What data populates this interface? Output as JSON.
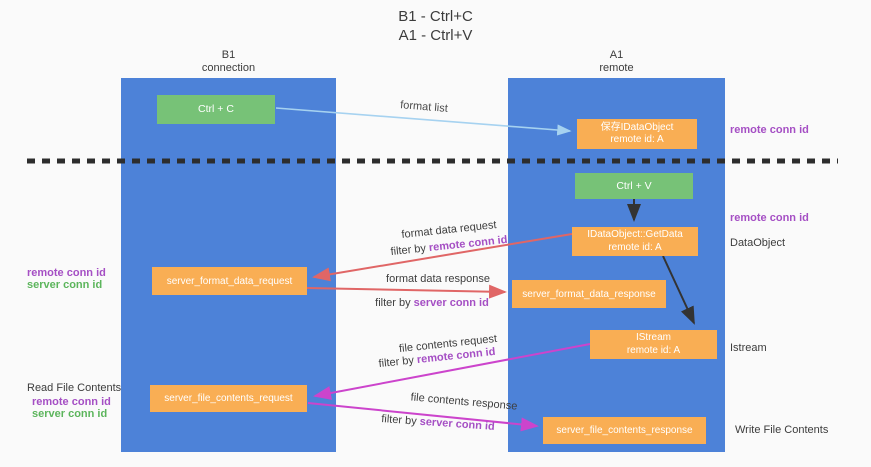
{
  "title": {
    "line1": "B1 - Ctrl+C",
    "line2": "A1 - Ctrl+V"
  },
  "columns": {
    "left": {
      "name": "B1",
      "role": "connection"
    },
    "right": {
      "name": "A1",
      "role": "remote"
    }
  },
  "boxes": {
    "ctrl_c": {
      "label": "Ctrl + C"
    },
    "ctrl_v": {
      "label": "Ctrl + V"
    },
    "save_idataobject": {
      "line1": "保存IDataObject",
      "line2": "remote id: A"
    },
    "idataobject_getdata": {
      "line1": "IDataObject::GetData",
      "line2": "remote id: A"
    },
    "istream": {
      "line1": "IStream",
      "line2": "remote id: A"
    },
    "server_format_data_request": {
      "label": "server_format_data_request"
    },
    "server_format_data_response": {
      "label": "server_format_data_response"
    },
    "server_file_contents_request": {
      "label": "server_file_contents_request"
    },
    "server_file_contents_response": {
      "label": "server_file_contents_response"
    }
  },
  "flow_labels": {
    "format_list": "format list",
    "format_data_request": "format data request",
    "format_data_response": "format data response",
    "file_contents_request": "file contents request",
    "file_contents_response": "file contents response",
    "filter_by": "filter by",
    "remote_conn_id": "remote conn id",
    "server_conn_id": "server conn id"
  },
  "side_labels": {
    "remote_conn_id": "remote conn id",
    "server_conn_id": "server conn id",
    "data_object": "DataObject",
    "istream": "Istream",
    "read_file_contents": "Read File Contents",
    "write_file_contents": "Write File Contents"
  },
  "colors": {
    "column_blue": "#4D82D8",
    "box_orange": "#F9AE54",
    "box_green": "#77C277",
    "arrow_light_blue": "#A6D2F0",
    "arrow_red": "#E06666",
    "arrow_magenta": "#CC44CC",
    "arrow_black": "#333333",
    "dashed_divider": "#2D2D2D",
    "remote_conn_id_purple": "#A54FC4",
    "server_conn_id_green": "#5CB55C"
  }
}
